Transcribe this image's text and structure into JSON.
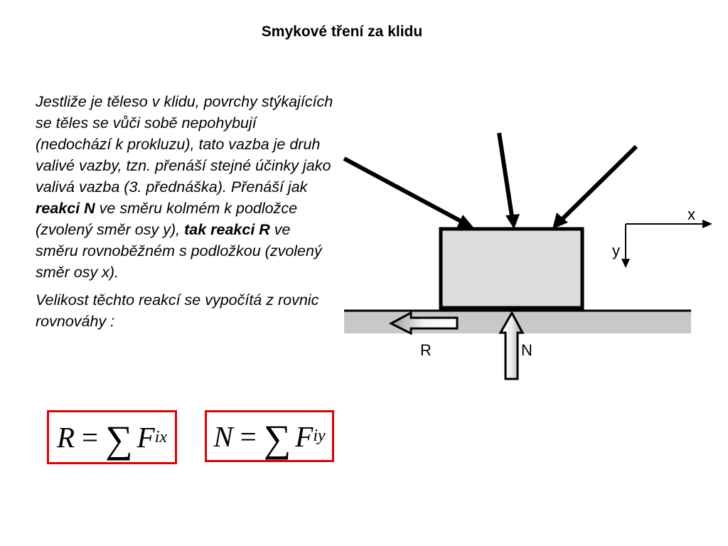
{
  "title": "Smykové tření za klidu",
  "paragraph1": {
    "part1": "Jestliže je těleso v klidu, povrchy stýkajících se těles se vůči sobě nepohybují (nedochází k prokluzu), tato vazba je druh valivé vazby, tzn. přenáší stejné účinky jako valivá vazba (3. přednáška). Přenáší jak ",
    "bold1": "reakci N",
    "part2": " ve směru kolmém k podložce (zvolený směr osy y), ",
    "bold2": "tak reakci R",
    "part3": " ve směru rovnoběžném s podložkou (zvolený směr osy x)."
  },
  "paragraph2": "Velikost těchto reakcí se vypočítá z rovnic rovnováhy :",
  "diagram": {
    "axis_x_label": "x",
    "axis_y_label": "y",
    "reaction_r_label": "R",
    "reaction_n_label": "N",
    "colors": {
      "block_fill": "#dcdcdc",
      "ground_fill": "#c8c8c8",
      "stroke": "#000000",
      "formula_border": "#e10000"
    }
  },
  "formula_r": {
    "lhs": "R",
    "eq": "=",
    "sigma": "∑",
    "f": "F",
    "sub": "ix"
  },
  "formula_n": {
    "lhs": "N",
    "eq": "=",
    "sigma": "∑",
    "f": "F",
    "sub": "iy"
  }
}
